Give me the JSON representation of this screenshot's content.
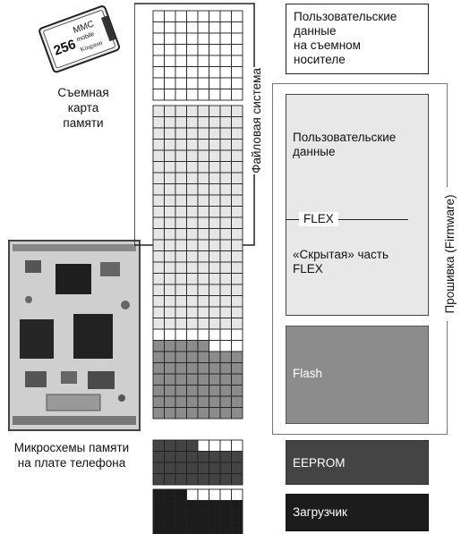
{
  "removable_card": {
    "card_text": [
      "256",
      "MMC",
      "mobile",
      "Kingston"
    ],
    "label_lines": [
      "Съемная",
      "карта",
      "памяти"
    ]
  },
  "onboard": {
    "label_lines": [
      "Микросхемы памяти",
      "на плате телефона"
    ]
  },
  "regions": {
    "user_data_removable_lines": [
      "Пользовательские",
      "данные",
      "на съемном",
      "носителе"
    ],
    "user_data_lines": [
      "Пользовательские",
      "данные"
    ],
    "flex": "FLEX",
    "hidden_flex_lines": [
      "«Скрытая» часть",
      "FLEX"
    ],
    "flash": "Flash",
    "eeprom": "EEPROM",
    "loader": "Загрузчик"
  },
  "vertical_labels": {
    "file_system": "Файловая система",
    "firmware": "Прошивка (Firmware)"
  },
  "colors": {
    "removable_cells": "#ffffff",
    "user_cells": "#e6e6e6",
    "flash_cells": "#8c8c8c",
    "eeprom_cells": "#444444",
    "loader_cells": "#1c1c1c",
    "grid_line": "#222222"
  }
}
